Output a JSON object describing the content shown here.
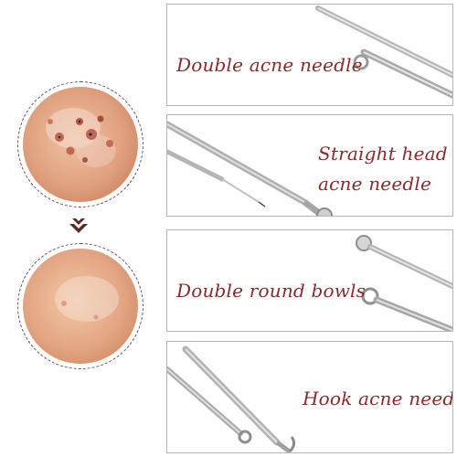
{
  "panels": [
    {
      "label": "Double acne needle"
    },
    {
      "label_line1": "Straight head",
      "label_line2": "acne needle"
    },
    {
      "label": "Double round bowls"
    },
    {
      "label": "Hook acne needle"
    }
  ],
  "colors": {
    "label": "#8a2a2a",
    "circle_border": "#7a4a46",
    "arrow": "#5a2b26",
    "panel_border": "#b5b5b5",
    "steel": "#c8c8c8"
  },
  "icons": {
    "arrow": "down-arrow-icon",
    "before_skin": "acne-skin-before",
    "after_skin": "clear-skin-after"
  }
}
